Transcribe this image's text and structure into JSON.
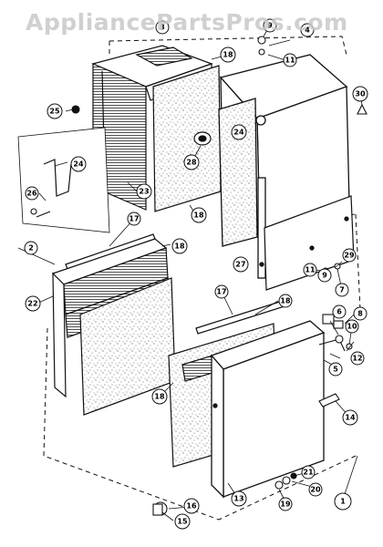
{
  "watermark": "AppliancePartsPros.com",
  "callouts": [
    "1",
    "2",
    "3",
    "4",
    "5",
    "6",
    "7",
    "8",
    "9",
    "10",
    "11",
    "12",
    "13",
    "14",
    "15",
    "16",
    "17",
    "18",
    "19",
    "20",
    "21",
    "22",
    "23",
    "24",
    "25",
    "26",
    "27",
    "28",
    "29",
    "30"
  ],
  "colors": {
    "ink": "#111111",
    "watermark": "#c8c8c8",
    "paper": "#ffffff"
  }
}
